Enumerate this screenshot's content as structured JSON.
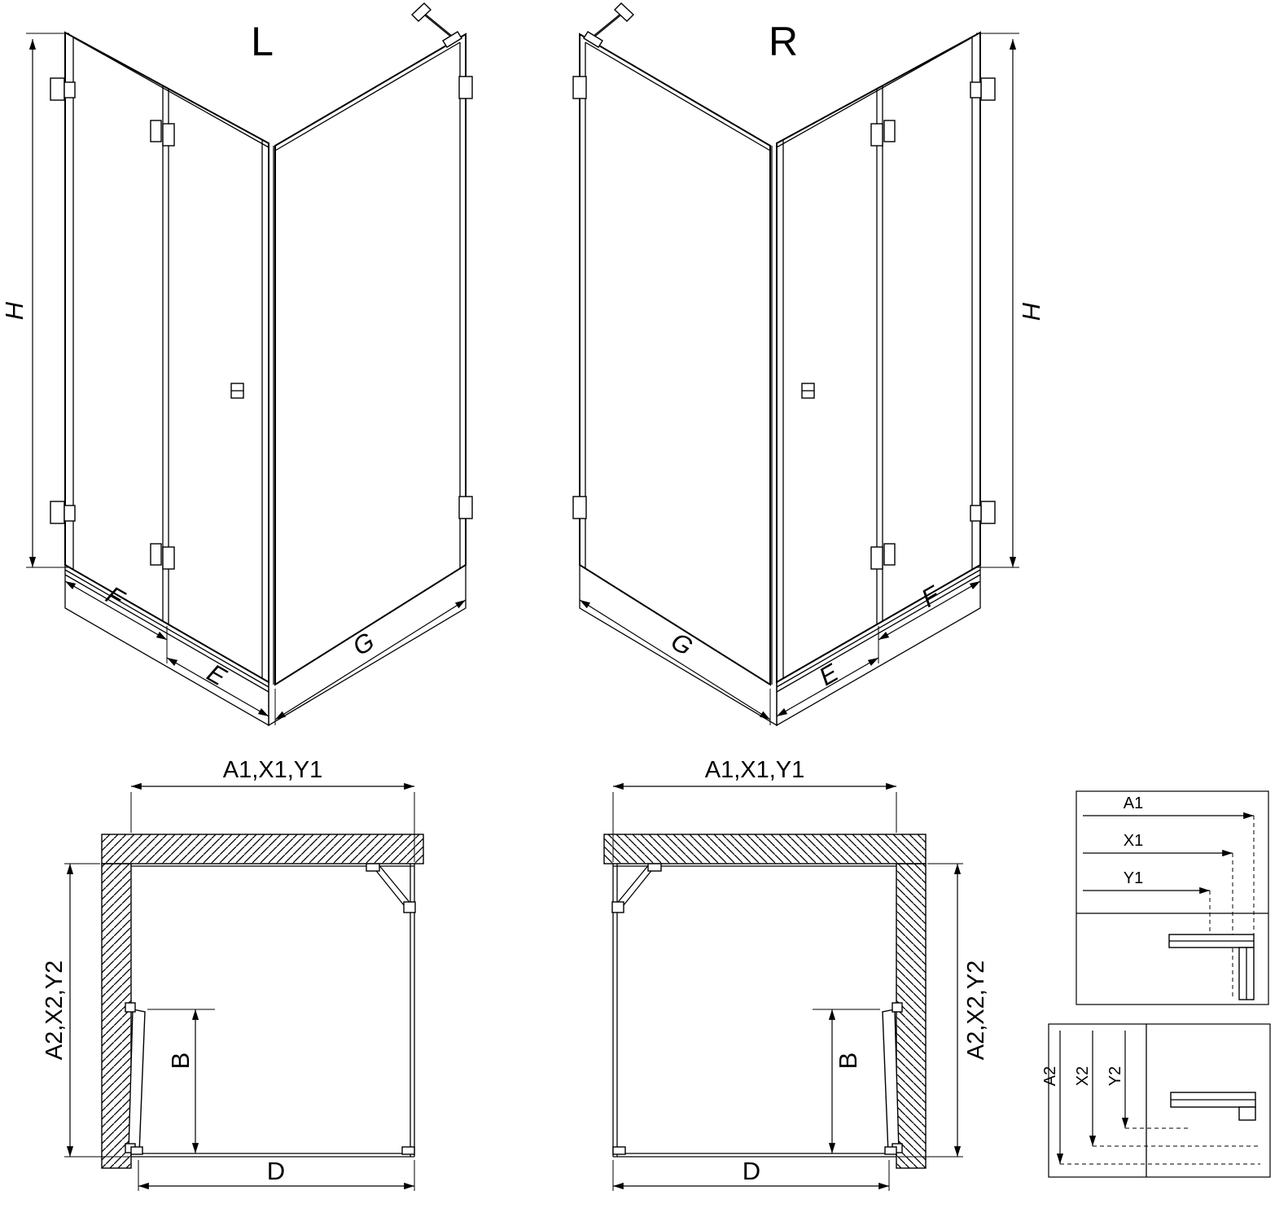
{
  "drawing": {
    "views_3d": {
      "left": {
        "variant": "L",
        "height_dim": "H",
        "fixed_panel_dim": "F",
        "door_dim": "E",
        "side_panel_dim": "G"
      },
      "right": {
        "variant": "R",
        "height_dim": "H",
        "fixed_panel_dim": "F",
        "door_dim": "E",
        "side_panel_dim": "G"
      }
    },
    "plans": {
      "left": {
        "width_dim": "A1,X1,Y1",
        "depth_dim": "A2,X2,Y2",
        "door_width_dim": "B",
        "entry_width_dim": "D"
      },
      "right": {
        "width_dim": "A1,X1,Y1",
        "depth_dim": "A2,X2,Y2",
        "door_width_dim": "B",
        "entry_width_dim": "D"
      }
    },
    "details": {
      "horizontal": {
        "dims": [
          "A1",
          "X1",
          "Y1"
        ]
      },
      "vertical": {
        "dims": [
          "A2",
          "X2",
          "Y2"
        ]
      }
    }
  },
  "colors": {
    "line": "#000000",
    "background": "#ffffff"
  }
}
